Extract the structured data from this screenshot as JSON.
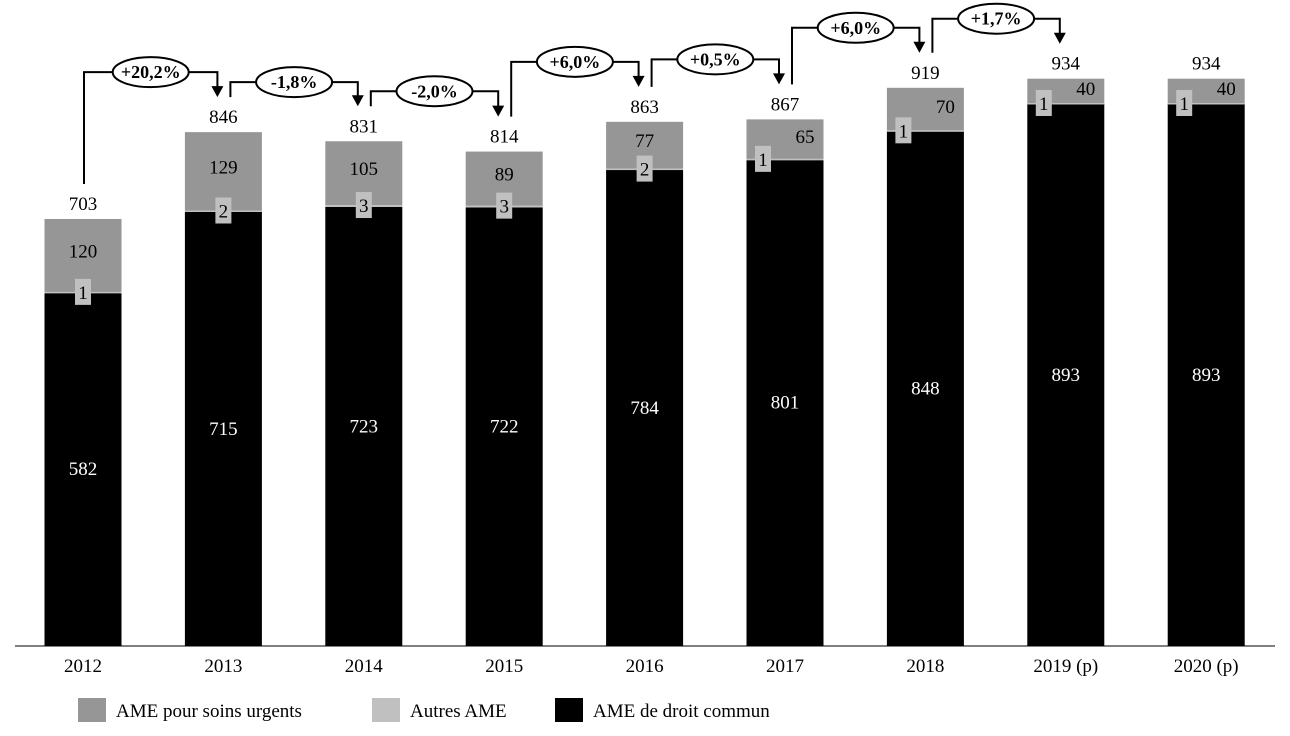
{
  "chart_data": {
    "type": "bar",
    "stacked": true,
    "categories": [
      "2012",
      "2013",
      "2014",
      "2015",
      "2016",
      "2017",
      "2018",
      "2019 (p)",
      "2020 (p)"
    ],
    "series": [
      {
        "name": "AME de droit commun",
        "color": "#000000",
        "values": [
          582,
          715,
          723,
          722,
          784,
          801,
          848,
          893,
          893
        ]
      },
      {
        "name": "Autres AME",
        "color": "#c0c0c0",
        "values": [
          1,
          2,
          3,
          3,
          2,
          1,
          1,
          1,
          1
        ]
      },
      {
        "name": "AME pour soins urgents",
        "color": "#969696",
        "values": [
          120,
          129,
          105,
          89,
          77,
          65,
          70,
          40,
          40
        ]
      }
    ],
    "totals": [
      "703",
      "846",
      "831",
      "814",
      "863",
      "867",
      "919",
      "934",
      "934"
    ],
    "changes": [
      "+20,2%",
      "-1,8%",
      "-2,0%",
      "+6,0%",
      "+0,5%",
      "+6,0%",
      "+1,7%"
    ],
    "legend": [
      "AME pour soins urgents",
      "Autres AME",
      "AME de droit commun"
    ],
    "legend_position": "bottom-left",
    "title": "",
    "xlabel": "",
    "ylabel": "",
    "ylim": [
      0,
      1060
    ],
    "grid": false
  }
}
